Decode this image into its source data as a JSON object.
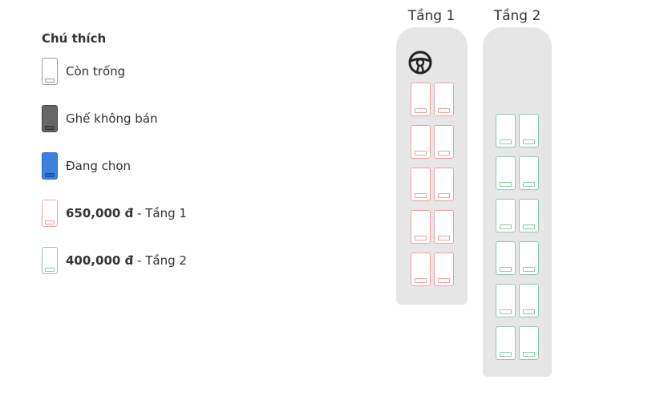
{
  "legend": {
    "title": "Chú thích",
    "items": [
      {
        "kind": "empty",
        "label": "Còn trống"
      },
      {
        "kind": "sold",
        "label": "Ghế không bán"
      },
      {
        "kind": "selected",
        "label": "Đang chọn"
      },
      {
        "kind": "tier1",
        "price": "650,000 đ",
        "suffix": " - Tầng 1"
      },
      {
        "kind": "tier2",
        "price": "400,000 đ",
        "suffix": " - Tầng 2"
      }
    ]
  },
  "decks": [
    {
      "title": "Tầng 1",
      "rows": 5,
      "cols": 2,
      "seat_status": "tier1",
      "has_steering_wheel": true
    },
    {
      "title": "Tầng 2",
      "rows": 6,
      "cols": 2,
      "seat_status": "tier2",
      "has_steering_wheel": false
    }
  ],
  "colors": {
    "tier1": "#f0a0a0",
    "tier2": "#8fc9a8",
    "selected": "#3b82e0",
    "sold": "#666666",
    "deck_bg": "#e6e6e6"
  },
  "icons": {
    "driver": "steering-wheel-icon"
  }
}
